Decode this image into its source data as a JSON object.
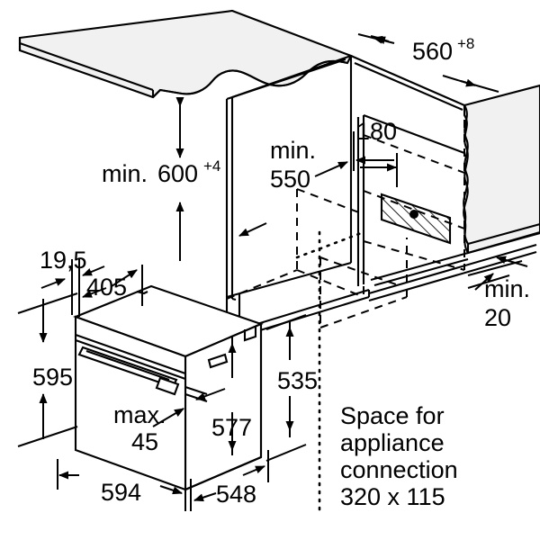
{
  "drawing": {
    "title": "Built-in oven niche installation dimensions",
    "units": "mm",
    "colors": {
      "line": "#000000",
      "panel_fill": "#f1f1f1",
      "background": "#ffffff"
    }
  },
  "dimensions": {
    "niche_depth": {
      "value": "560",
      "tolerance": "+8",
      "label": "560"
    },
    "niche_height": {
      "prefix": "min.",
      "value": "600",
      "tolerance": "+4",
      "label": "min. 600"
    },
    "niche_width": {
      "prefix": "min.",
      "value": "550",
      "label": "min. 550"
    },
    "connection_offset": {
      "value": "180",
      "label": "180"
    },
    "wall_gap": {
      "prefix": "min.",
      "value": "20",
      "label": "min. 20"
    },
    "trim_depth": {
      "value": "19,5",
      "label": "19,5"
    },
    "top_offset": {
      "value": "405",
      "label": "405"
    },
    "appliance_height": {
      "value": "595",
      "label": "595"
    },
    "appliance_width": {
      "value": "594",
      "label": "594"
    },
    "appliance_depth": {
      "value": "548",
      "label": "548"
    },
    "body_depth": {
      "value": "535",
      "label": "535"
    },
    "body_height": {
      "value": "577",
      "label": "577"
    },
    "door_gap": {
      "prefix": "max.",
      "value": "45",
      "label": "max. 45"
    }
  },
  "labels": {
    "dim_560": "560",
    "dim_560_sup": "+8",
    "dim_600_prefix": "min. ",
    "dim_600": "600",
    "dim_600_sup": "+4",
    "dim_550_line1": "min.",
    "dim_550_line2": "550",
    "dim_180": "180",
    "dim_min20_line1": "min.",
    "dim_min20_line2": "20",
    "dim_195": "19,5",
    "dim_405": "405",
    "dim_595": "595",
    "dim_594": "594",
    "dim_548": "548",
    "dim_535": "535",
    "dim_577": "577",
    "dim_max_line1": "max.",
    "dim_max_line2": "45"
  },
  "note": {
    "line1": "Space for",
    "line2": "appliance",
    "line3": "connection",
    "line4": "320 x 115"
  }
}
